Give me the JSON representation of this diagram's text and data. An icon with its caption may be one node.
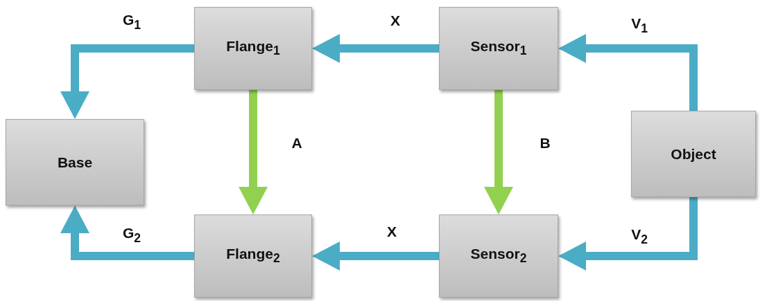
{
  "diagram": {
    "nodes": [
      {
        "text": [
          "Flange$_{1}$"
        ]
      },
      {
        "text": [
          "Sensor$_{1}$"
        ]
      },
      {
        "text": [
          "Base"
        ]
      },
      {
        "text": [
          "Object"
        ]
      },
      {
        "text": [
          "Flange$_{2}$"
        ]
      },
      {
        "text": [
          "Sensor$_{2}$"
        ]
      }
    ],
    "edges": [
      {
        "from": 0,
        "to": 2,
        "arrow": "to",
        "label": "G$_{1}$"
      },
      {
        "from": 1,
        "to": 0,
        "arrow": "to",
        "label": "X"
      },
      {
        "from": 3,
        "to": 1,
        "arrow": "to",
        "label": "V$_{1}$"
      },
      {
        "from": 0,
        "to": 4,
        "arrow": "to",
        "label": "A",
        "color": "#92d050"
      },
      {
        "from": 1,
        "to": 5,
        "arrow": "to",
        "label": "B",
        "color": "#92d050"
      },
      {
        "from": 4,
        "to": 2,
        "arrow": "to",
        "label": "G$_{2}$"
      },
      {
        "from": 5,
        "to": 4,
        "arrow": "to",
        "label": "X"
      },
      {
        "from": 3,
        "to": 5,
        "arrow": "to",
        "label": "V$_{2}$"
      }
    ]
  }
}
